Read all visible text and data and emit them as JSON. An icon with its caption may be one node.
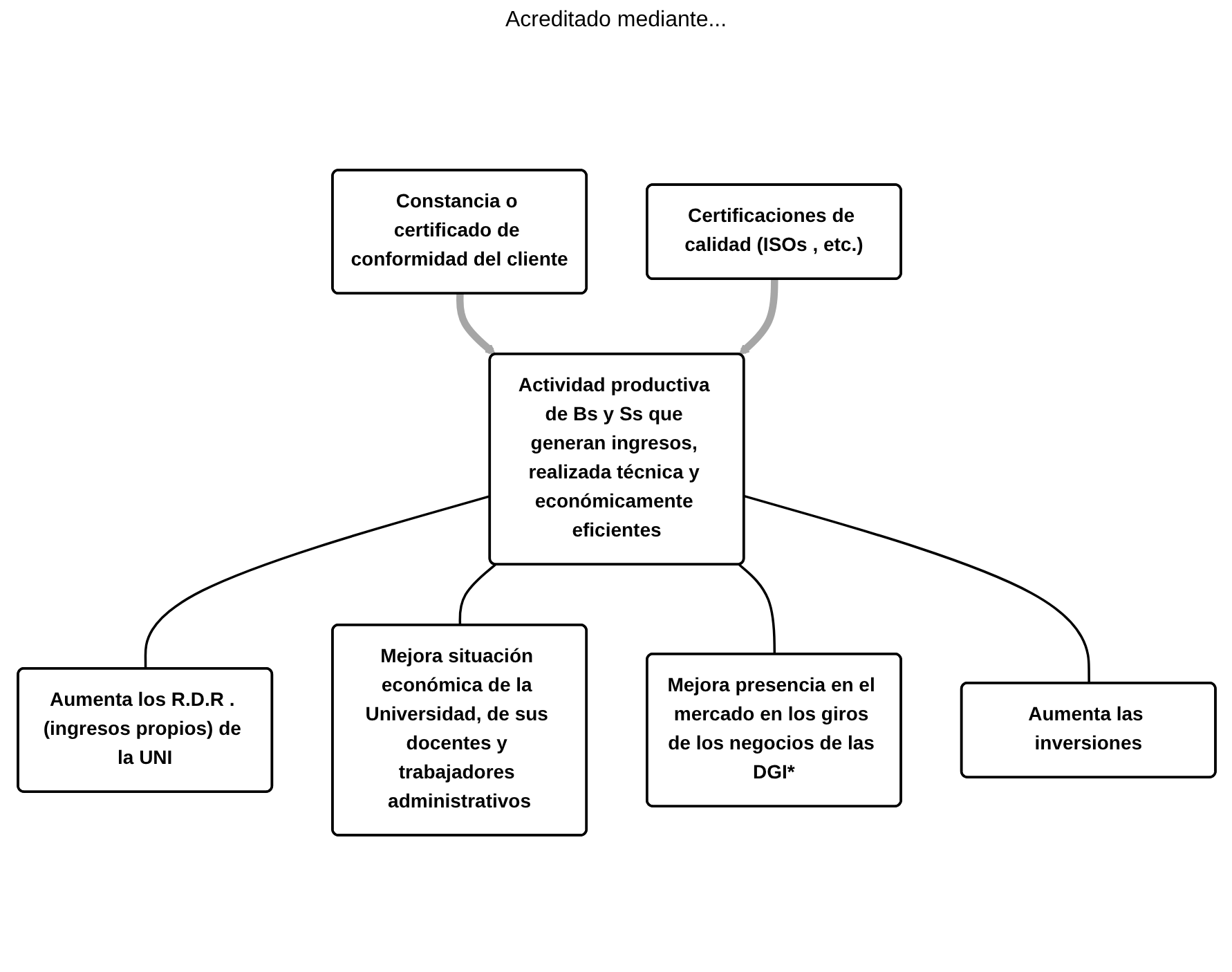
{
  "diagram": {
    "nodes": [
      {
        "text": [
          "Actividad productiva de Bs y Ss que generan ingresos, realizada técnica y económicamente eficientes"
        ]
      },
      {
        "text": [
          "Constancia o certificado de conformidad del cliente"
        ]
      },
      {
        "text": [
          "Certificaciones de calidad (ISOs , etc.)"
        ]
      },
      {
        "text": [
          "Aumenta los R.D.R . (ingresos propios) de la UNI"
        ]
      },
      {
        "text": [
          "Mejora situación económica de la Universidad, de sus docentes y trabajadores administrativos"
        ]
      },
      {
        "text": [
          "Mejora presencia en el mercado en los giros de los negocios de las DGI*"
        ]
      },
      {
        "text": [
          "Aumenta las inversiones"
        ]
      }
    ],
    "edges": [
      {
        "from": 1,
        "to": 0,
        "arrow": "to",
        "style": "thick",
        "color": "#a6a6a6"
      },
      {
        "from": 2,
        "to": 0,
        "arrow": "to",
        "style": "thick",
        "color": "#a6a6a6"
      },
      {
        "from": 0,
        "to": 3,
        "arrow": "none"
      },
      {
        "from": 0,
        "to": 4,
        "arrow": "none"
      },
      {
        "from": 0,
        "to": 5,
        "arrow": "none"
      },
      {
        "from": 0,
        "to": 6,
        "arrow": "none"
      }
    ],
    "labels": [
      "Acreditado mediante..."
    ]
  }
}
